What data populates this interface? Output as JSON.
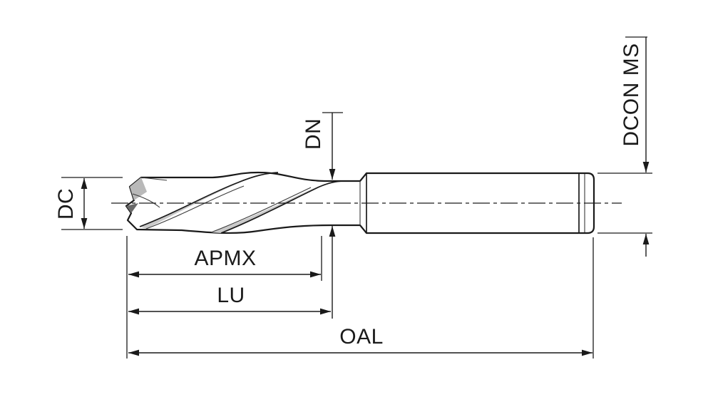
{
  "diagram": {
    "labels": {
      "dc": "DC",
      "dn": "DN",
      "dcon": "DCON MS",
      "apmx": "APMX",
      "lu": "LU",
      "oal": "OAL"
    },
    "colors": {
      "line": "#1a1a1a",
      "body_light": "#f2f2f2",
      "body_mid": "#e6e6e6",
      "body_dark": "#c7c7c7",
      "gash_dark": "#6a6a6a",
      "background": "#ffffff"
    }
  }
}
